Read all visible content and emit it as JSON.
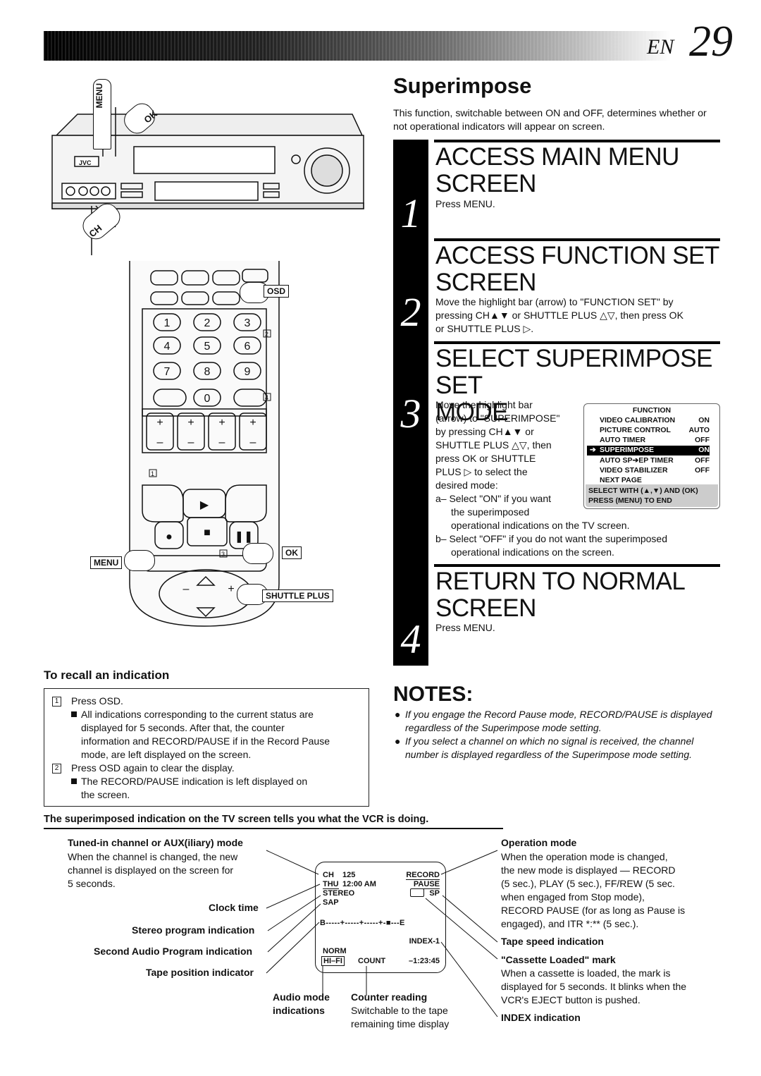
{
  "header": {
    "lang": "EN",
    "page_number": "29"
  },
  "title": "Superimpose",
  "intro": "This function, switchable between ON and OFF, determines whether or not operational indicators will appear on screen.",
  "steps": [
    {
      "num": "1",
      "title_l1": "ACCESS MAIN MENU",
      "title_l2": "SCREEN",
      "text": "Press MENU."
    },
    {
      "num": "2",
      "title_l1": "ACCESS FUNCTION SET",
      "title_l2": "SCREEN",
      "text_l1": "Move the highlight bar (arrow) to \"FUNCTION SET\" by",
      "text_l2": "pressing CH▲▼ or SHUTTLE PLUS △▽, then press OK",
      "text_l3": "or SHUTTLE PLUS ▷."
    },
    {
      "num": "3",
      "title_l1": "SELECT SUPERIMPOSE SET",
      "title_l2": "MODE",
      "lines": [
        "Move the highlight bar",
        "(arrow) to \"SUPERIMPOSE\"",
        "by pressing CH▲▼ or",
        "SHUTTLE PLUS △▽, then",
        "press OK or SHUTTLE",
        "PLUS ▷ to select the",
        "desired mode:",
        "a– Select \"ON\" if you want",
        "the superimposed",
        "operational indications on the TV screen.",
        "b– Select \"OFF\" if you do not want the superimposed",
        "operational indications on the screen."
      ]
    },
    {
      "num": "4",
      "title_l1": "RETURN TO NORMAL",
      "title_l2": "SCREEN",
      "text": "Press MENU."
    }
  ],
  "function_menu": {
    "title": "FUNCTION",
    "rows": [
      {
        "label": "VIDEO CALIBRATION",
        "value": "ON"
      },
      {
        "label": "PICTURE CONTROL",
        "value": "AUTO"
      },
      {
        "label": "AUTO TIMER",
        "value": "OFF"
      },
      {
        "label": "SUPERIMPOSE",
        "value": "ON",
        "arrow": "➔"
      },
      {
        "label": "AUTO SP➔EP TIMER",
        "value": "OFF"
      },
      {
        "label": "VIDEO STABILIZER",
        "value": "OFF"
      },
      {
        "label": "NEXT PAGE",
        "value": ""
      }
    ],
    "footer_l1": "SELECT WITH (▲,▼) AND (OK)",
    "footer_l2": "PRESS (MENU) TO END"
  },
  "notes": {
    "heading": "NOTES:",
    "items": [
      "If you engage the Record Pause mode, RECORD/PAUSE is displayed regardless of the Superimpose mode setting.",
      "If you select a channel on which no signal is received, the channel number is displayed regardless of the Superimpose mode setting."
    ]
  },
  "recall": {
    "heading": "To recall an indication",
    "n1": "1",
    "item1": "Press OSD.",
    "sub1_lines": [
      "All indications corresponding to the current status are",
      "displayed for 5 seconds. After that, the counter",
      "information and RECORD/PAUSE if in the Record Pause",
      "mode, are left displayed on the screen."
    ],
    "n2": "2",
    "item2": "Press OSD again to clear the display.",
    "sub2_lines": [
      "The RECORD/PAUSE indication is left displayed on",
      "the screen."
    ]
  },
  "superimposed_heading": "The superimposed indication on the TV screen tells you what the VCR is doing.",
  "left_labels": {
    "tuned_title": "Tuned-in channel or AUX(iliary) mode",
    "tuned_lines": [
      "When the channel is changed, the new",
      "channel is displayed on the screen for",
      "5 seconds."
    ],
    "clock": "Clock time",
    "stereo": "Stereo program indication",
    "sap": "Second Audio Program indication",
    "tape_pos": "Tape position indicator",
    "audio_l1": "Audio mode",
    "audio_l2": "indications",
    "counter_title": "Counter reading",
    "counter_lines": [
      "Switchable to the tape",
      "remaining time display"
    ]
  },
  "right_labels": {
    "op_title": "Operation mode",
    "op_lines": [
      "When the operation mode is changed,",
      "the new mode is displayed — RECORD",
      "(5 sec.), PLAY (5 sec.), FF/REW (5 sec.",
      "when engaged from Stop mode),",
      "RECORD PAUSE (for as long as Pause is",
      "engaged), and ITR *:** (5 sec.)."
    ],
    "speed": "Tape speed indication",
    "cassette_title": "\"Cassette Loaded\" mark",
    "cassette_lines": [
      "When a cassette is loaded, the mark is",
      "displayed for 5 seconds. It blinks when the",
      "VCR's EJECT button is pushed."
    ],
    "index": "INDEX indication"
  },
  "osd_screen": {
    "ch": "CH",
    "ch_num": "125",
    "record": "RECORD",
    "day": "THU",
    "time": "12:00 AM",
    "pause": "PAUSE",
    "stereo": "STEREO",
    "speed": "SP",
    "sap": "SAP",
    "tape_bar": "B-----+-----+-----+-■---E",
    "index": "INDEX-1",
    "norm": "NORM",
    "hifi": "HI–FI",
    "count": "COUNT",
    "counter": "–1:23:45"
  },
  "illustration": {
    "vcr_brand": "JVC",
    "menu_tag": "MENU",
    "ok_tag": "OK",
    "ch_tag": "CH",
    "osd_tag": "OSD",
    "ok_tag2": "OK",
    "menu_tag2": "MENU",
    "shuttle_tag": "SHUTTLE PLUS",
    "keys": [
      "1",
      "2",
      "3",
      "4",
      "5",
      "6",
      "7",
      "8",
      "9",
      "0"
    ],
    "sub_labels": [
      "2",
      "4",
      "1",
      "3"
    ]
  }
}
